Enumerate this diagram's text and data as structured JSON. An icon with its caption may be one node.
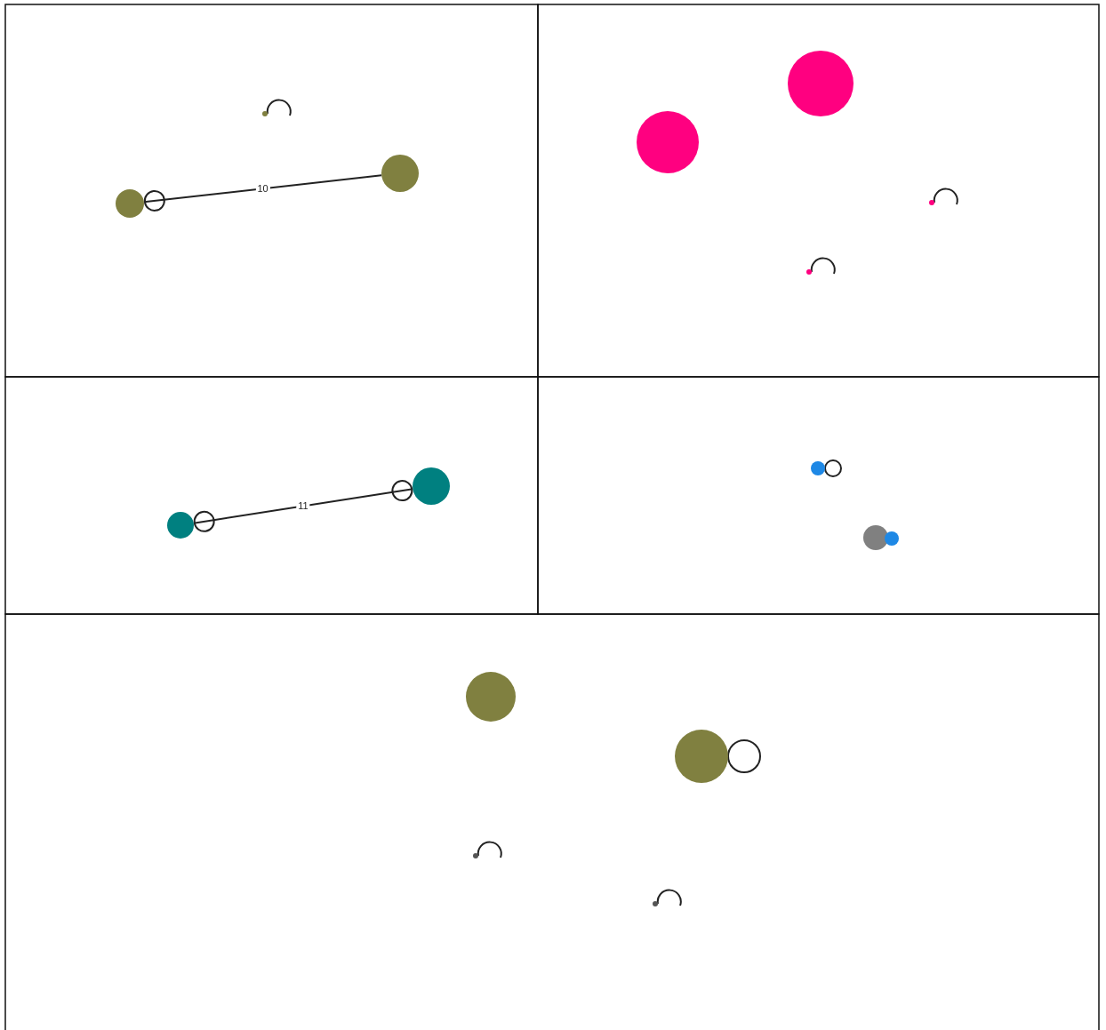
{
  "diagram": {
    "nodes": [
      {
        "text": [],
        "shape": "circle"
      },
      {
        "text": [],
        "shape": "circle"
      },
      {
        "text": [],
        "shape": "circle"
      },
      {
        "text": [],
        "shape": "circle"
      },
      {
        "text": [],
        "shape": "circle"
      },
      {
        "text": [],
        "shape": "circle"
      },
      {
        "text": [],
        "shape": "circle"
      },
      {
        "text": [],
        "shape": "circle"
      },
      {
        "text": [],
        "shape": "circle"
      },
      {
        "text": [],
        "shape": "circle"
      },
      {
        "text": [],
        "shape": "circle"
      },
      {
        "text": [],
        "shape": "circle"
      },
      {
        "text": [],
        "shape": "circle"
      },
      {
        "text": [],
        "shape": "circle"
      },
      {
        "text": [],
        "shape": "circle"
      },
      {
        "text": [],
        "shape": "circle"
      }
    ],
    "edges": [
      {
        "from": 0,
        "to": 0,
        "arrow": "none"
      },
      {
        "from": 1,
        "to": 2,
        "arrow": "other",
        "label": "10"
      },
      {
        "from": 5,
        "to": 5,
        "arrow": "none"
      },
      {
        "from": 6,
        "to": 6,
        "arrow": "none"
      },
      {
        "from": 7,
        "to": 8,
        "arrow": "other",
        "label": "11"
      },
      {
        "from": 9,
        "to": 9,
        "arrow": "none"
      },
      {
        "from": 13,
        "to": 13,
        "arrow": "none"
      },
      {
        "from": 14,
        "to": 14,
        "arrow": "none"
      },
      {
        "from": 15,
        "to": 15,
        "arrow": "none"
      }
    ]
  }
}
